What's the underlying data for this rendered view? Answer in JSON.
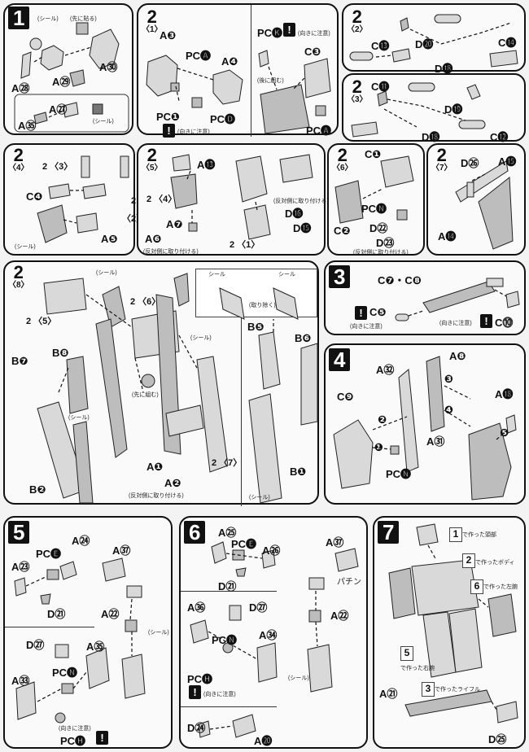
{
  "panels": {
    "p1": {
      "step": "1",
      "labels": [
        "A㉘",
        "A㉙",
        "A㉚",
        "A㉗",
        "A㉟"
      ],
      "notes": [
        "(シール)",
        "(先に貼る)",
        "(シール)"
      ],
      "sticker_keys": [
        "ア",
        "イ"
      ]
    },
    "p2_1": {
      "step": "2",
      "sub": "〈1〉",
      "labels": [
        "A❸",
        "PC🅐",
        "A❹",
        "PC❶",
        "PC🅓"
      ],
      "notes": [
        "(向きに注意)"
      ]
    },
    "p2_1b": {
      "labels": [
        "PC🅚",
        "C❸",
        "PC🅐"
      ],
      "notes": [
        "(向きに注意)",
        "(後に組む)"
      ]
    },
    "p2_2": {
      "step": "2",
      "sub": "〈2〉",
      "labels": [
        "C⓭",
        "D⓴",
        "C⓮",
        "D⓲"
      ]
    },
    "p2_3": {
      "step": "2",
      "sub": "〈3〉",
      "labels": [
        "C⓫",
        "D⓳",
        "D⓲",
        "C⓬"
      ]
    },
    "p2_4": {
      "step": "2",
      "sub": "〈4〉",
      "labels": [
        "C❹",
        "A❺"
      ],
      "notes": [
        "(シール)"
      ],
      "refs": [
        "2 〈3〉",
        "2 〈2〉"
      ],
      "sticker_keys": [
        "ウ"
      ]
    },
    "p2_5": {
      "step": "2",
      "sub": "〈5〉",
      "labels": [
        "A⓭",
        "A❼",
        "A❻",
        "D⓯",
        "D⓰"
      ],
      "notes": [
        "(反対側に取り付ける)",
        "(反対側に取り付ける)"
      ],
      "refs": [
        "2 〈4〉",
        "2 〈1〉"
      ]
    },
    "p2_6": {
      "step": "2",
      "sub": "〈6〉",
      "labels": [
        "C❶",
        "PC🅝",
        "C❷",
        "D㉒",
        "D㉓"
      ],
      "notes": [
        "(反対側に取り付ける)"
      ]
    },
    "p2_7": {
      "step": "2",
      "sub": "〈7〉",
      "labels": [
        "D㉖",
        "A⓯",
        "A⓮"
      ]
    },
    "p2_8": {
      "step": "2",
      "sub": "〈8〉",
      "labels": [
        "B❼",
        "B❽",
        "B❷",
        "A❶",
        "A❷",
        "B❺",
        "B❻",
        "B❶"
      ],
      "notes": [
        "(シール)",
        "(シール)",
        "(先に組む)",
        "(シール)",
        "(反対側に取り付ける)",
        "(シール)",
        "(取り除く)",
        "シール",
        "シール"
      ],
      "refs": [
        "2 〈5〉",
        "2 〈6〉",
        "2 〈7〉"
      ],
      "sticker_keys": [
        "キ",
        "カ",
        "コ",
        "サ",
        "キ",
        "カ"
      ]
    },
    "p3": {
      "step": "3",
      "labels": [
        "C❼・C❽",
        "C❺",
        "C⓾"
      ],
      "notes": [
        "(向きに注意)",
        "(向きに注意)"
      ]
    },
    "p4": {
      "step": "4",
      "labels": [
        "A㉜",
        "A❽",
        "A⓲",
        "C❾",
        "A㉛",
        "PC🅝"
      ],
      "arrows": [
        "❶",
        "❷",
        "❸",
        "❹",
        "❺"
      ]
    },
    "p5": {
      "step": "5",
      "labels": [
        "A㉔",
        "PC🅔",
        "A㉓",
        "D㉑",
        "A㊲",
        "A㉒",
        "D㉗",
        "A㉟",
        "A㉝",
        "PC🅝",
        "PC🅗"
      ],
      "notes": [
        "(シール)",
        "(向きに注意)"
      ],
      "sticker_keys": [
        "エ"
      ]
    },
    "p6": {
      "step": "6",
      "labels": [
        "A㉕",
        "PC🅔",
        "A㉖",
        "D㉑",
        "A㊲",
        "A㉒",
        "A㊱",
        "D㉗",
        "PC🅝",
        "A㉞",
        "PC🅗",
        "D㉔",
        "A⓴"
      ],
      "notes": [
        "(向きに注意)",
        "(シール)",
        "パチン"
      ],
      "sticker_keys": [
        "オ"
      ]
    },
    "p7": {
      "step": "7",
      "captions": [
        "で作った頭部",
        "で作ったボディ",
        "で作った左腕",
        "で作った右腕",
        "で作ったライフル"
      ],
      "caption_nums": [
        "1",
        "2",
        "6",
        "5",
        "3"
      ],
      "labels": [
        "A㉑",
        "D㉕"
      ]
    }
  }
}
